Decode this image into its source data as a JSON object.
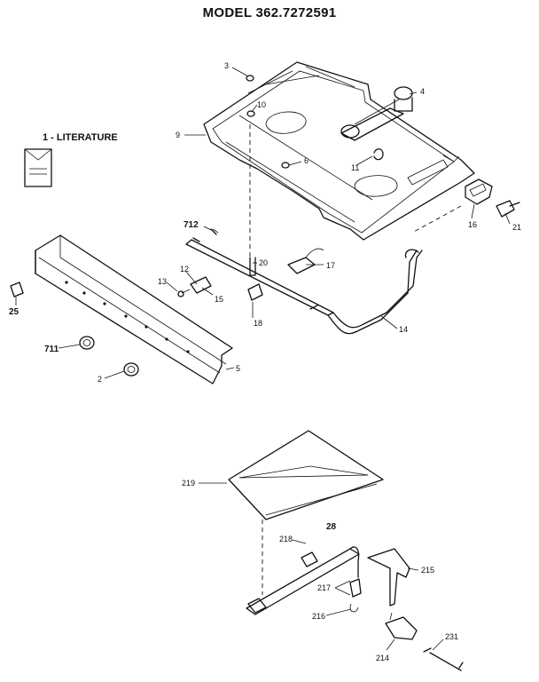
{
  "title": "MODEL 362.7272591",
  "labels": {
    "lit": "1 - LITERATURE",
    "p2": "2",
    "p3": "3",
    "p4": "4",
    "p5": "5",
    "p6": "6",
    "p9": "9",
    "p10": "10",
    "p11": "11",
    "p12": "12",
    "p13": "13",
    "p14": "14",
    "p15": "15",
    "p16": "16",
    "p17": "17",
    "p18": "18",
    "p20": "20",
    "p21": "21",
    "p25": "25",
    "p28": "28",
    "p214": "214",
    "p215": "215",
    "p216": "216",
    "p217": "217",
    "p218": "218",
    "p219": "219",
    "p231": "231",
    "p711": "711",
    "p712": "712"
  }
}
